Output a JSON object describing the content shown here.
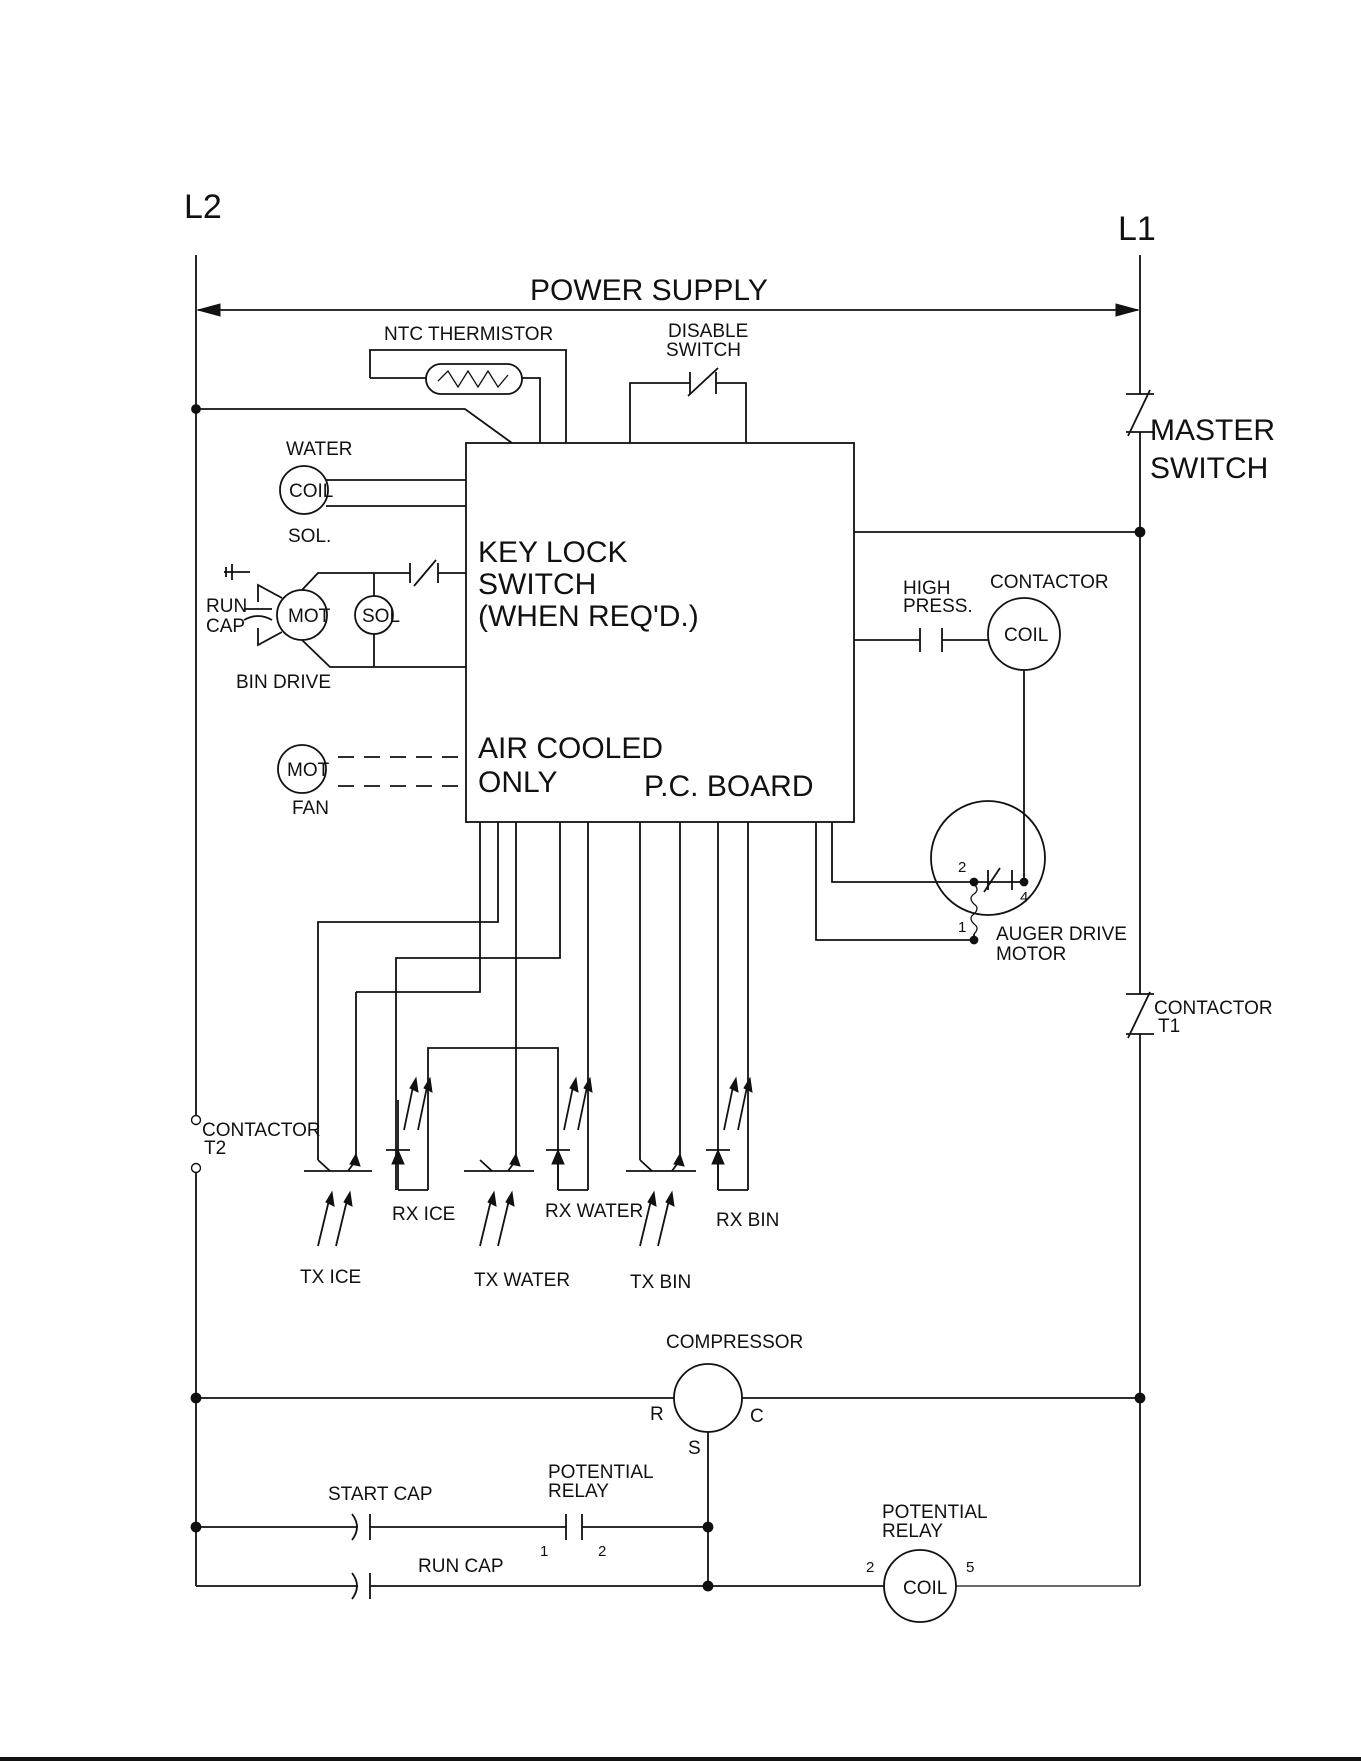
{
  "lines": {
    "left": "L2",
    "right": "L1",
    "power_supply": "POWER SUPPLY"
  },
  "top": {
    "ntc_thermistor": "NTC THERMISTOR",
    "disable_switch": [
      "DISABLE",
      "SWITCH"
    ],
    "master_switch": [
      "MASTER",
      "SWITCH"
    ]
  },
  "left_side": {
    "water_label": "WATER",
    "water_coil": "COIL",
    "water_sol": "SOL.",
    "run_cap": [
      "RUN",
      "CAP"
    ],
    "bin_motor": "MOT",
    "bin_sol": "SOL",
    "bin_drive": "BIN DRIVE",
    "fan_motor": "MOT",
    "fan_label": "FAN",
    "contactor_t2": [
      "CONTACTOR",
      "T2"
    ]
  },
  "board": {
    "key_lock": [
      "KEY LOCK",
      "SWITCH",
      "(WHEN REQ'D.)"
    ],
    "air_cooled": [
      "AIR COOLED",
      "ONLY"
    ],
    "pc_board": "P.C. BOARD"
  },
  "right_side": {
    "high_press": [
      "HIGH",
      "PRESS."
    ],
    "contactor_label": "CONTACTOR",
    "contactor_coil": "COIL",
    "auger_drive": [
      "AUGER DRIVE",
      "MOTOR"
    ],
    "auger_pin_2": "2",
    "auger_pin_1": "1",
    "auger_pin_4": "4",
    "contactor_t1": [
      "CONTACTOR",
      "T1"
    ]
  },
  "sensors": {
    "tx_ice": "TX ICE",
    "rx_ice": "RX ICE",
    "tx_water": "TX WATER",
    "rx_water": "RX WATER",
    "tx_bin": "TX BIN",
    "rx_bin": "RX BIN"
  },
  "compressor": {
    "label": "COMPRESSOR",
    "r": "R",
    "c": "C",
    "s": "S",
    "start_cap": "START CAP",
    "potential_relay_contact": [
      "POTENTIAL",
      "RELAY"
    ],
    "relay_pin_1": "1",
    "relay_pin_2": "2",
    "run_cap": "RUN CAP",
    "potential_relay_coil": [
      "POTENTIAL",
      "RELAY"
    ],
    "coil": "COIL",
    "coil_pin_2": "2",
    "coil_pin_5": "5"
  }
}
